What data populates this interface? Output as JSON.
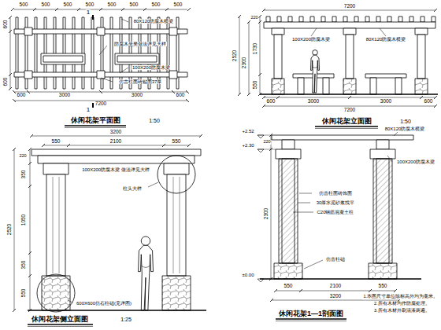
{
  "diagram": {
    "labels": [
      "500",
      "500",
      "500",
      "500",
      "500",
      "500",
      "500",
      "500",
      "80X120防腐木横梁",
      "防腐木坐凳做法详见大样",
      "100X200防腐木梁",
      "仿古柱面砖贴面37厚",
      "600",
      "600",
      "600",
      "3000",
      "3000",
      "600",
      "7200",
      "1",
      "1",
      "休闲花架平面图",
      "1:50",
      "7200",
      "80X120防腐木横梁",
      "100X200防腐木梁",
      "2520",
      "2300",
      "220",
      "1730",
      "550",
      "600",
      "3000",
      "3000",
      "600",
      "7200",
      "休闲花架立面图",
      "1:50",
      "3200",
      "550",
      "2100",
      "550",
      "2520",
      "220",
      "350",
      "1050",
      "350",
      "550",
      "100X200防腐木梁 做法详见大样",
      "柱头大样",
      "600X600仿石柱础(见详图)",
      "休闲花架侧立面图",
      "1:25",
      "+2.52",
      "+2.30",
      "±0.00",
      "220",
      "2300",
      "80X120防腐木横梁",
      "100X200防腐木梁",
      "仿古柱面砖饰面",
      "30厚水泥砂浆找平",
      "C20钢筋混凝土柱",
      "仿古柱础",
      "550",
      "2100",
      "550",
      "3200",
      "休闲花架1—1剖面图",
      "1.本图尺寸单位除标高外均为毫米。",
      "2.所有木材均作防腐处理。",
      "3.所有木材外刷清漆两遍。"
    ]
  }
}
